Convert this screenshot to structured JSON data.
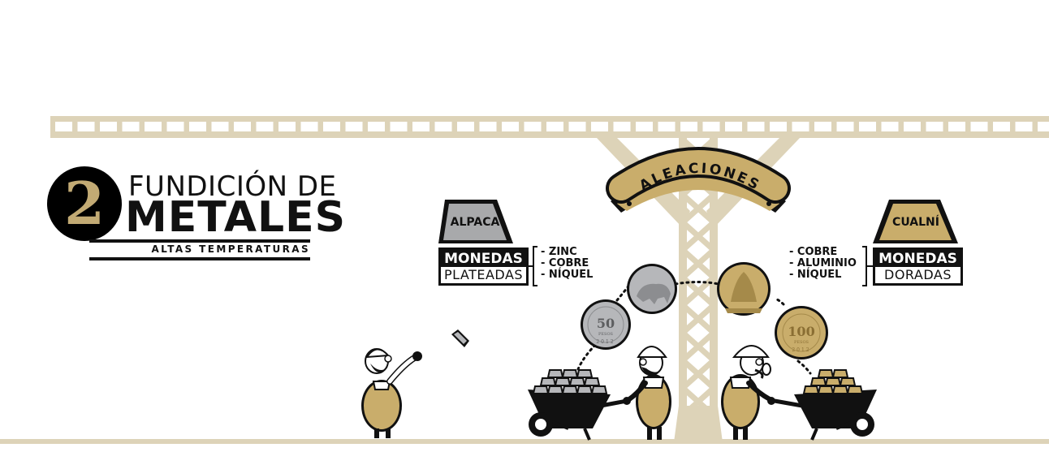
{
  "logo": {
    "number": "2",
    "line1": "FUNDICIÓN DE",
    "line2": "METALES",
    "subtitle": "ALTAS TEMPERATURAS"
  },
  "sign": {
    "title": "ALEACIONES"
  },
  "left_alloy": {
    "name": "ALPACA",
    "monedas": "MONEDAS",
    "type": "PLATEADAS",
    "metals": [
      "- ZINC",
      "- COBRE",
      "- NÍQUEL"
    ],
    "color": "#a8a9ab"
  },
  "right_alloy": {
    "name": "CUALNÍ",
    "monedas": "MONEDAS",
    "type": "DORADAS",
    "metals": [
      "- COBRE",
      "- ALUMINIO",
      "- NÍQUEL"
    ],
    "color": "#c9ad6b"
  },
  "coins": {
    "silver_value": "50",
    "silver_unit": "PESOS",
    "silver_year": "2012",
    "gold_value": "100",
    "gold_unit": "PESOS",
    "gold_year": "2012"
  },
  "colors": {
    "beige": "#ddd3b8",
    "gold": "#c9ad6b",
    "silver": "#b6b7ba",
    "ink": "#111111"
  }
}
